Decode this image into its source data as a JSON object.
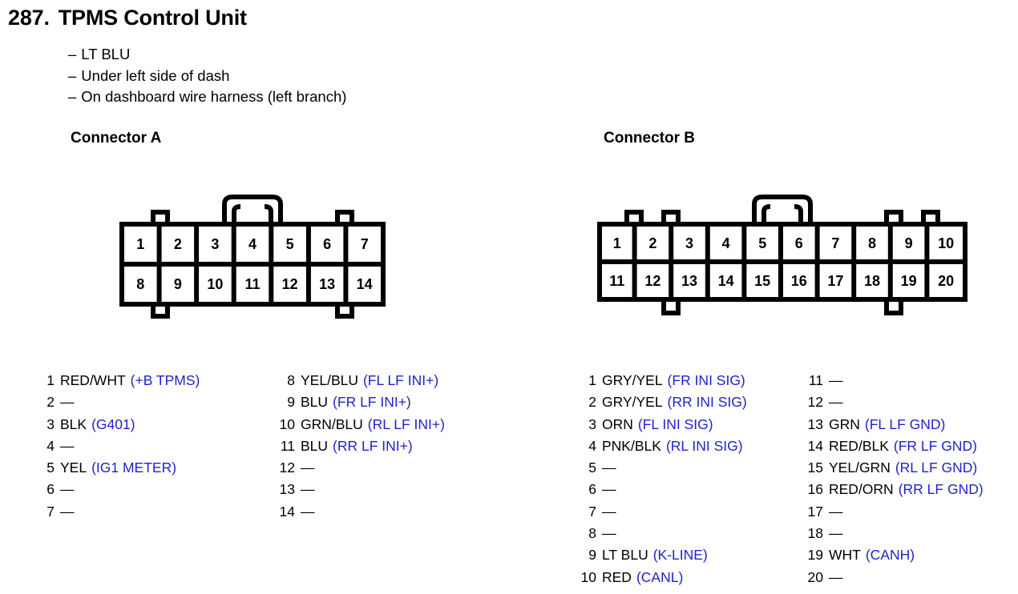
{
  "header": {
    "number": "287.",
    "title": "TPMS Control Unit",
    "notes": [
      {
        "dash": "–",
        "text": "LT BLU"
      },
      {
        "dash": "–",
        "text": "Under left side of dash"
      },
      {
        "dash": "–",
        "text": "On dashboard wire harness (left branch)"
      }
    ]
  },
  "colors": {
    "function_blue": "#2222CC",
    "text_black": "#000000",
    "background": "#FFFFFF"
  },
  "connector_a": {
    "heading": "Connector A",
    "pin_count": 14,
    "rows": 2,
    "cols": 7,
    "top_row_labels": [
      "1",
      "2",
      "3",
      "4",
      "5",
      "6",
      "7"
    ],
    "bottom_row_labels": [
      "8",
      "9",
      "10",
      "11",
      "12",
      "13",
      "14"
    ],
    "column_1": [
      {
        "no": "1",
        "wire": "RED/WHT",
        "fn": "(+B TPMS)",
        "empty": ""
      },
      {
        "no": "2",
        "wire": "",
        "fn": "",
        "empty": "—"
      },
      {
        "no": "3",
        "wire": "BLK",
        "fn": "(G401)",
        "empty": ""
      },
      {
        "no": "4",
        "wire": "",
        "fn": "",
        "empty": "—"
      },
      {
        "no": "5",
        "wire": "YEL",
        "fn": "(IG1 METER)",
        "empty": ""
      },
      {
        "no": "6",
        "wire": "",
        "fn": "",
        "empty": "—"
      },
      {
        "no": "7",
        "wire": "",
        "fn": "",
        "empty": "—"
      }
    ],
    "column_2": [
      {
        "no": "8",
        "wire": "YEL/BLU",
        "fn": "(FL LF INI+)",
        "empty": ""
      },
      {
        "no": "9",
        "wire": "BLU",
        "fn": "(FR LF INI+)",
        "empty": ""
      },
      {
        "no": "10",
        "wire": "GRN/BLU",
        "fn": "(RL LF INI+)",
        "empty": ""
      },
      {
        "no": "11",
        "wire": "BLU",
        "fn": "(RR LF INI+)",
        "empty": ""
      },
      {
        "no": "12",
        "wire": "",
        "fn": "",
        "empty": "—"
      },
      {
        "no": "13",
        "wire": "",
        "fn": "",
        "empty": "—"
      },
      {
        "no": "14",
        "wire": "",
        "fn": "",
        "empty": "—"
      }
    ]
  },
  "connector_b": {
    "heading": "Connector B",
    "pin_count": 20,
    "rows": 2,
    "cols": 10,
    "top_row_labels": [
      "1",
      "2",
      "3",
      "4",
      "5",
      "6",
      "7",
      "8",
      "9",
      "10"
    ],
    "bottom_row_labels": [
      "11",
      "12",
      "13",
      "14",
      "15",
      "16",
      "17",
      "18",
      "19",
      "20"
    ],
    "column_1": [
      {
        "no": "1",
        "wire": "GRY/YEL",
        "fn": "(FR INI SIG)",
        "empty": ""
      },
      {
        "no": "2",
        "wire": "GRY/YEL",
        "fn": "(RR INI SIG)",
        "empty": ""
      },
      {
        "no": "3",
        "wire": "ORN",
        "fn": "(FL INI SIG)",
        "empty": ""
      },
      {
        "no": "4",
        "wire": "PNK/BLK",
        "fn": "(RL INI SIG)",
        "empty": ""
      },
      {
        "no": "5",
        "wire": "",
        "fn": "",
        "empty": "—"
      },
      {
        "no": "6",
        "wire": "",
        "fn": "",
        "empty": "—"
      },
      {
        "no": "7",
        "wire": "",
        "fn": "",
        "empty": "—"
      },
      {
        "no": "8",
        "wire": "",
        "fn": "",
        "empty": "—"
      },
      {
        "no": "9",
        "wire": "LT BLU",
        "fn": "(K-LINE)",
        "empty": ""
      },
      {
        "no": "10",
        "wire": "RED",
        "fn": "(CANL)",
        "empty": ""
      }
    ],
    "column_2": [
      {
        "no": "11",
        "wire": "",
        "fn": "",
        "empty": "—"
      },
      {
        "no": "12",
        "wire": "",
        "fn": "",
        "empty": "—"
      },
      {
        "no": "13",
        "wire": "GRN",
        "fn": "(FL LF GND)",
        "empty": ""
      },
      {
        "no": "14",
        "wire": "RED/BLK",
        "fn": "(FR LF GND)",
        "empty": ""
      },
      {
        "no": "15",
        "wire": "YEL/GRN",
        "fn": "(RL LF GND)",
        "empty": ""
      },
      {
        "no": "16",
        "wire": "RED/ORN",
        "fn": "(RR LF GND)",
        "empty": ""
      },
      {
        "no": "17",
        "wire": "",
        "fn": "",
        "empty": "—"
      },
      {
        "no": "18",
        "wire": "",
        "fn": "",
        "empty": "—"
      },
      {
        "no": "19",
        "wire": "WHT",
        "fn": "(CANH)",
        "empty": ""
      },
      {
        "no": "20",
        "wire": "",
        "fn": "",
        "empty": "—"
      }
    ]
  }
}
